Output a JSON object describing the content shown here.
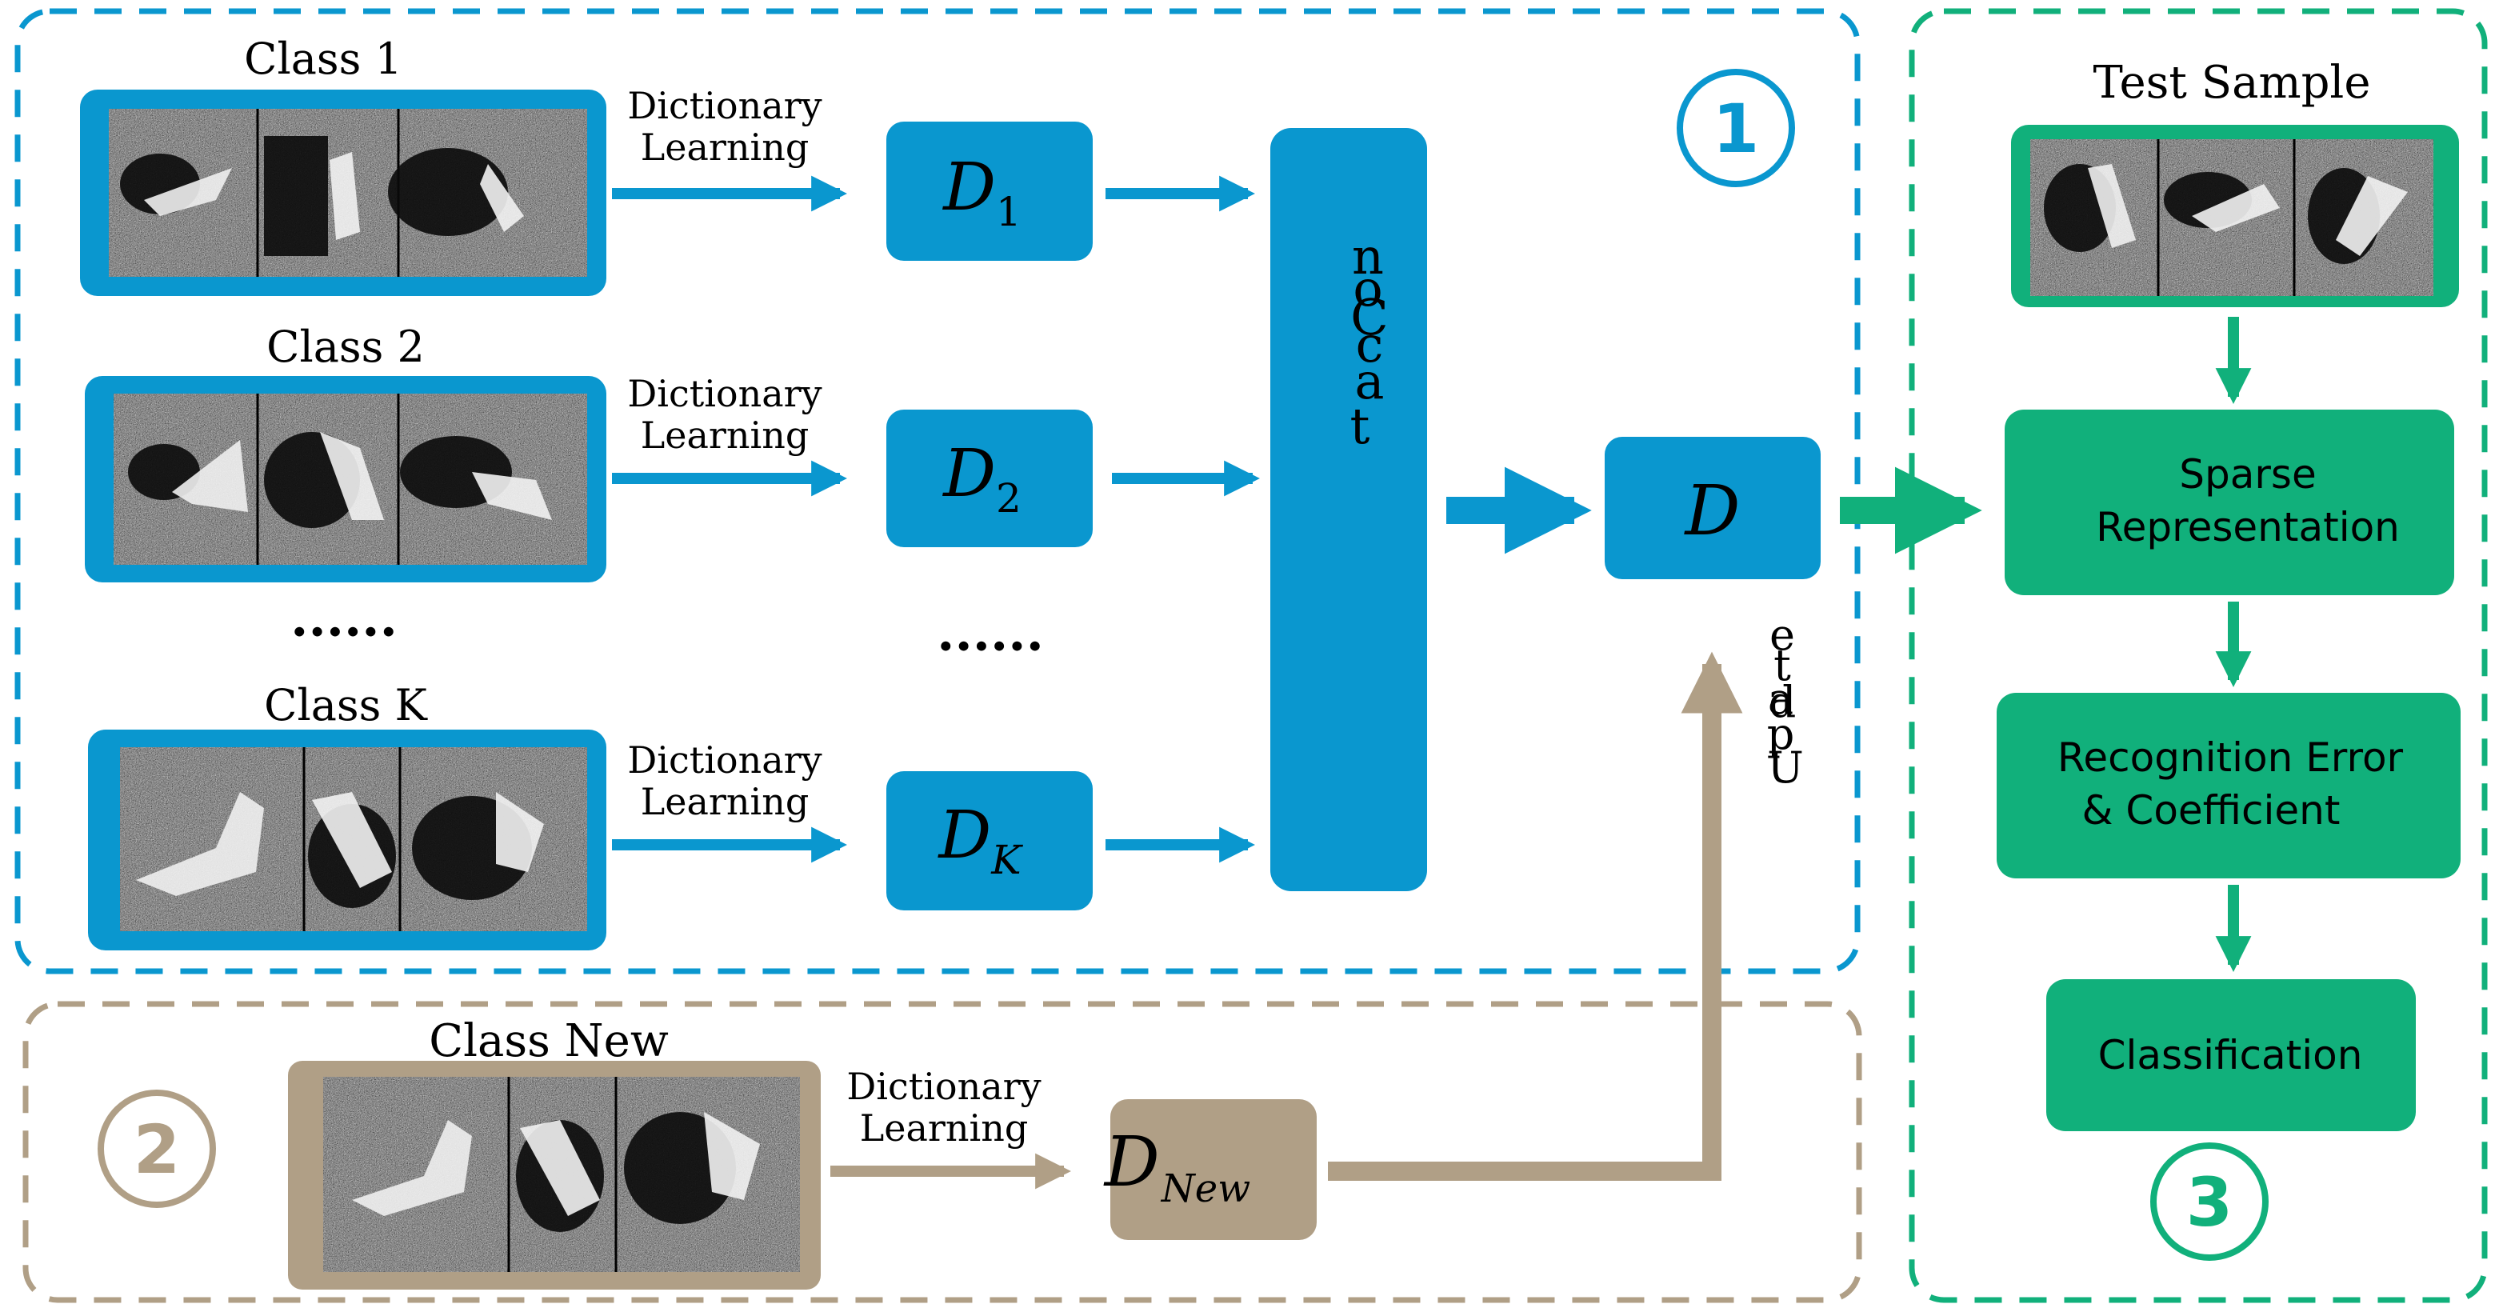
{
  "colors": {
    "blue": "#0a97cf",
    "green": "#11b07b",
    "tan": "#b09f86",
    "white": "#ffffff",
    "black": "#000000"
  },
  "section1": {
    "badge": "1",
    "classes": [
      {
        "label": "Class 1",
        "dict_label": "D",
        "dict_sub": "1"
      },
      {
        "label": "Class 2",
        "dict_label": "D",
        "dict_sub": "2"
      },
      {
        "label": "Class K",
        "dict_label": "D",
        "dict_sub": "K"
      }
    ],
    "learning_line1": "Dictionary",
    "learning_line2": "Learning",
    "ellipsis": "······",
    "concat_label": [
      "n",
      "o",
      "C",
      "c",
      "a",
      "t"
    ],
    "combined_dict": "D",
    "update_label": [
      "e",
      "t",
      "a",
      "d",
      "p",
      "U"
    ]
  },
  "section2": {
    "badge": "2",
    "class_label": "Class New",
    "learning_line1": "Dictionary",
    "learning_line2": "Learning",
    "dict_label": "D",
    "dict_sub": "New"
  },
  "section3": {
    "badge": "3",
    "test_label": "Test Sample",
    "steps": [
      {
        "line1": "Sparse",
        "line2": "Representation"
      },
      {
        "line1": "Recognition Error",
        "line2": "& Coefficient"
      },
      {
        "line1": "Classification",
        "line2": ""
      }
    ]
  }
}
